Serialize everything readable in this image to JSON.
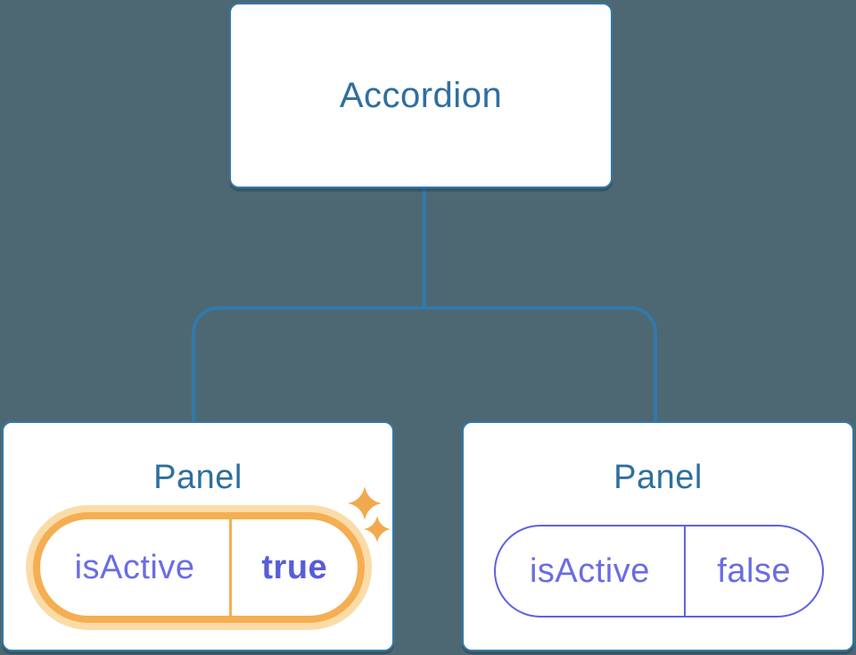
{
  "theme": {
    "background": "#4d6872",
    "line_blue": "#3279ab",
    "node_text_blue": "#2e6f9f",
    "prop_purple": "#6a6de2",
    "prop_purple_bold": "#585cd9",
    "pill_border_purple": "#5e62de",
    "highlight_orange": "#f5ae51",
    "highlight_glow": "#fbdca8",
    "sparkle_orange": "#f2a94e"
  },
  "diagram": {
    "type": "component-tree",
    "root": {
      "label": "Accordion"
    },
    "children": [
      {
        "label": "Panel",
        "prop_name": "isActive",
        "prop_value": "true",
        "highlighted": true,
        "sparkle_icon": "sparkle-icon"
      },
      {
        "label": "Panel",
        "prop_name": "isActive",
        "prop_value": "false",
        "highlighted": false
      }
    ]
  }
}
